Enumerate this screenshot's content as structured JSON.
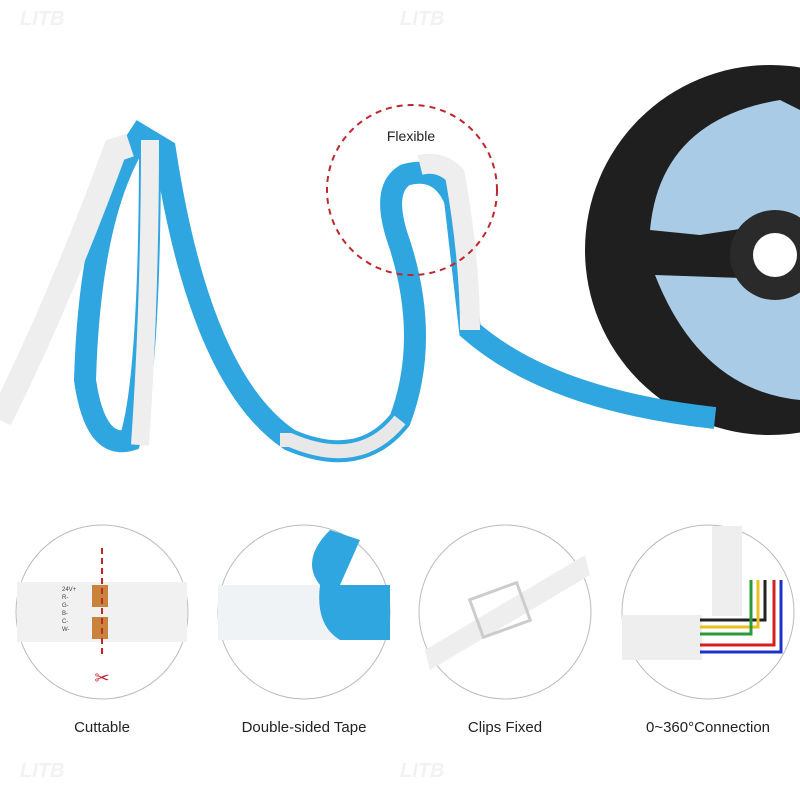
{
  "watermark": "LITB",
  "hero": {
    "callout": "Flexible"
  },
  "strip_markings": [
    "24V+",
    "R-",
    "G-",
    "B-",
    "C-",
    "W-"
  ],
  "features": [
    {
      "label": "Cuttable"
    },
    {
      "label": "Double-sided Tape"
    },
    {
      "label": "Clips Fixed"
    },
    {
      "label": "0~360°Connection"
    }
  ],
  "colors": {
    "tape_blue": "#2fa6e0",
    "reel": "#1f1f1f",
    "callout_red": "#c0272d",
    "pad": "#c8843a"
  }
}
